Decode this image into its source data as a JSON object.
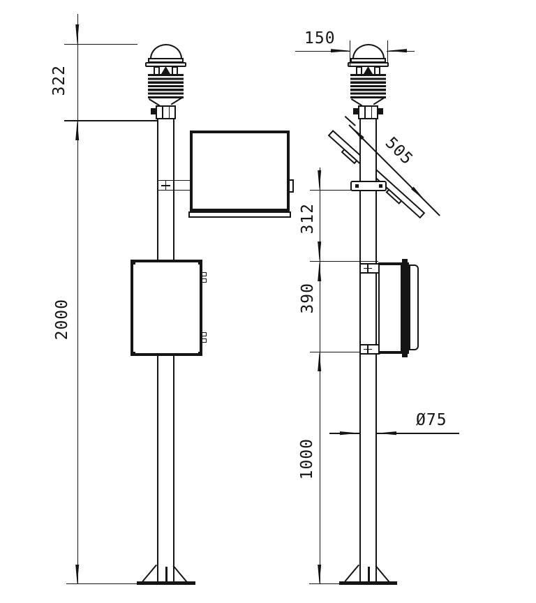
{
  "dimensions": {
    "sensor_height": "322",
    "pole_height": "2000",
    "cap_width": "150",
    "panel_length": "505",
    "panel_cabinet_gap": "312",
    "cabinet_height": "390",
    "lower_pole": "1000",
    "pole_diameter": "Ø75"
  }
}
